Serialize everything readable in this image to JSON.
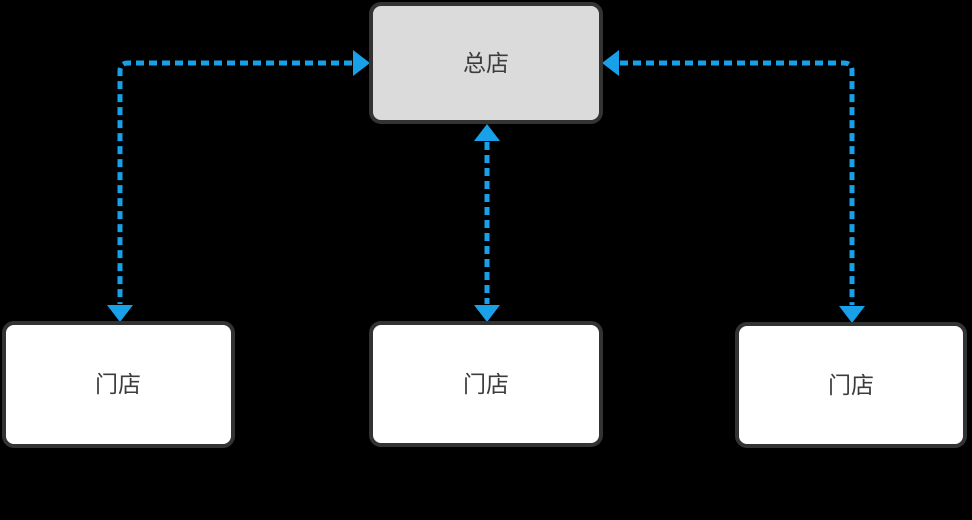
{
  "diagram": {
    "type": "hub-and-spoke sync diagram",
    "colors": {
      "background": "#000000",
      "arrow": "#18A0E8",
      "node_border": "#333333",
      "hq_fill": "#DBDBDB",
      "store_fill": "#FFFFFF",
      "label_text": "#3C3C3C"
    },
    "nodes": {
      "hq": {
        "label": "总店"
      },
      "store_left": {
        "label": "门店"
      },
      "store_center": {
        "label": "门店"
      },
      "store_right": {
        "label": "门店"
      }
    },
    "edges": [
      {
        "from": "hq",
        "to": "store_left",
        "style": "dashed",
        "bidirectional": true,
        "shape": "elbow"
      },
      {
        "from": "hq",
        "to": "store_center",
        "style": "dashed",
        "bidirectional": true,
        "shape": "straight"
      },
      {
        "from": "hq",
        "to": "store_right",
        "style": "dashed",
        "bidirectional": true,
        "shape": "elbow"
      }
    ]
  }
}
